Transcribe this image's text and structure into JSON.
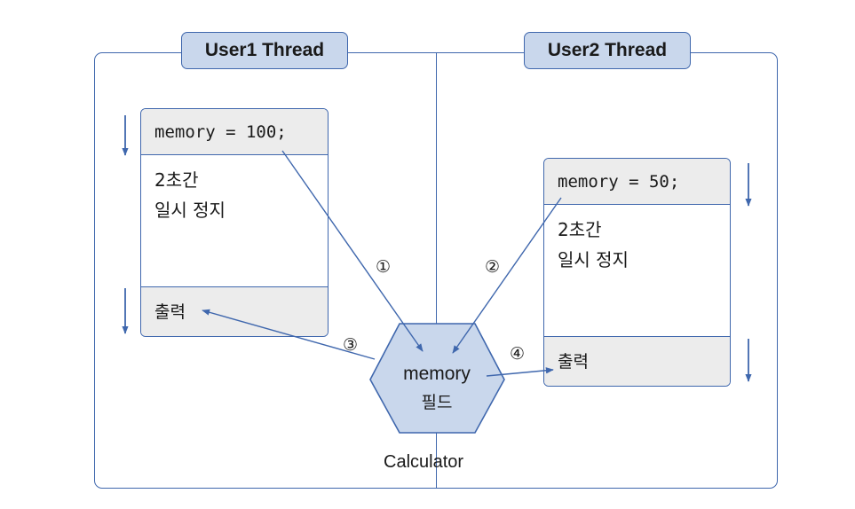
{
  "threads": [
    {
      "tab_label": "User1 Thread",
      "assignment": "memory = 100;",
      "pause_line1": "2초간",
      "pause_line2": "일시 정지",
      "output": "출력"
    },
    {
      "tab_label": "User2 Thread",
      "assignment": "memory = 50;",
      "pause_line1": "2초간",
      "pause_line2": "일시 정지",
      "output": "출력"
    }
  ],
  "shared_object": {
    "field_line1": "memory",
    "field_line2": "필드",
    "object_name": "Calculator"
  },
  "steps": [
    "①",
    "②",
    "③",
    "④"
  ],
  "colors": {
    "line": "#3f67ad",
    "tab_fill": "#c9d7ec",
    "section_fill": "#ececec",
    "hexagon_fill": "#c9d7ec"
  }
}
